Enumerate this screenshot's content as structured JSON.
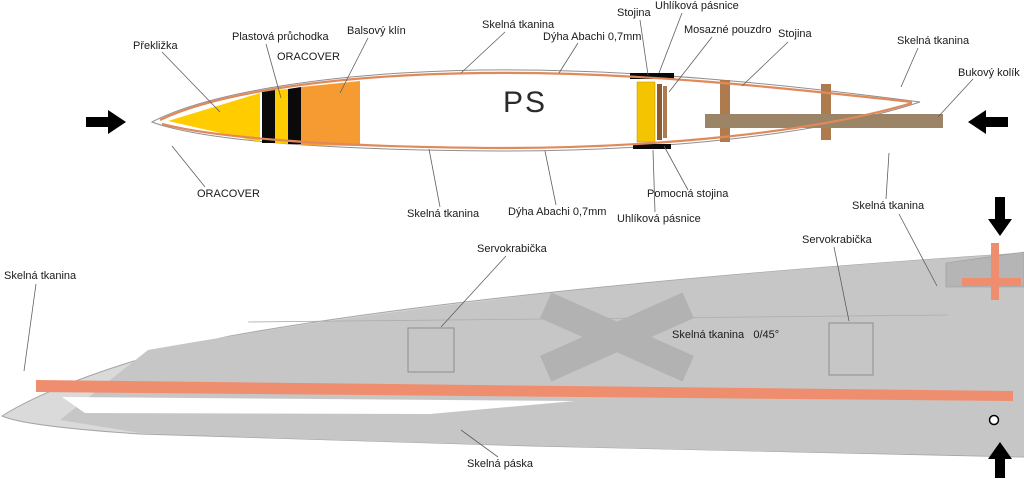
{
  "labels": {
    "preklizka": "Překližka",
    "plastova_pruchodka": "Plastová průchodka",
    "oracover_top": "ORACOVER",
    "balsovy_klin": "Balsový klín",
    "skelna_tkanina_top": "Skelná tkanina",
    "dyha_abachi_top": "Dýha Abachi 0,7mm",
    "stojina_top": "Stojina",
    "uhlikova_pasnice_top": "Uhlíková pásnice",
    "mosazne_pouzdro": "Mosazné pouzdro",
    "stojina_right": "Stojina",
    "skelna_tkanina_topright": "Skelná tkanina",
    "bukovy_kolik": "Bukový kolík",
    "oracover_bottom": "ORACOVER",
    "skelna_tkanina_bottom": "Skelná tkanina",
    "dyha_abachi_bottom": "Dýha Abachi 0,7mm",
    "uhlikova_pasnice_bottom": "Uhlíková pásnice",
    "pomocna_stojina": "Pomocná stojina",
    "skelna_tkanina_bottomright": "Skelná tkanina",
    "servokrabicka_left": "Servokrabička",
    "servokrabicka_right": "Servokrabička",
    "skelna_tkanina_wingtip": "Skelná tkanina",
    "skelna_tkanina_045": "Skelná tkanina   0/45°",
    "skelna_paska": "Skelná páska",
    "ps": "PS"
  },
  "colors": {
    "oracover_salmon": "#E0895B",
    "balsa_yellow": "#FFCC00",
    "balsa_orange": "#F59B31",
    "spar_yellow": "#F5C400",
    "brass_brown": "#8F5A2B",
    "dowel_brown": "#9B8566",
    "web_brown": "#AE7B4F",
    "wing_gray_light": "#DADADA",
    "wing_gray_mid": "#C6C6C6",
    "wing_gray_dark": "#B5B5B5",
    "spar_strip_salmon": "#EF8E6E",
    "arrow_black": "#000000"
  }
}
